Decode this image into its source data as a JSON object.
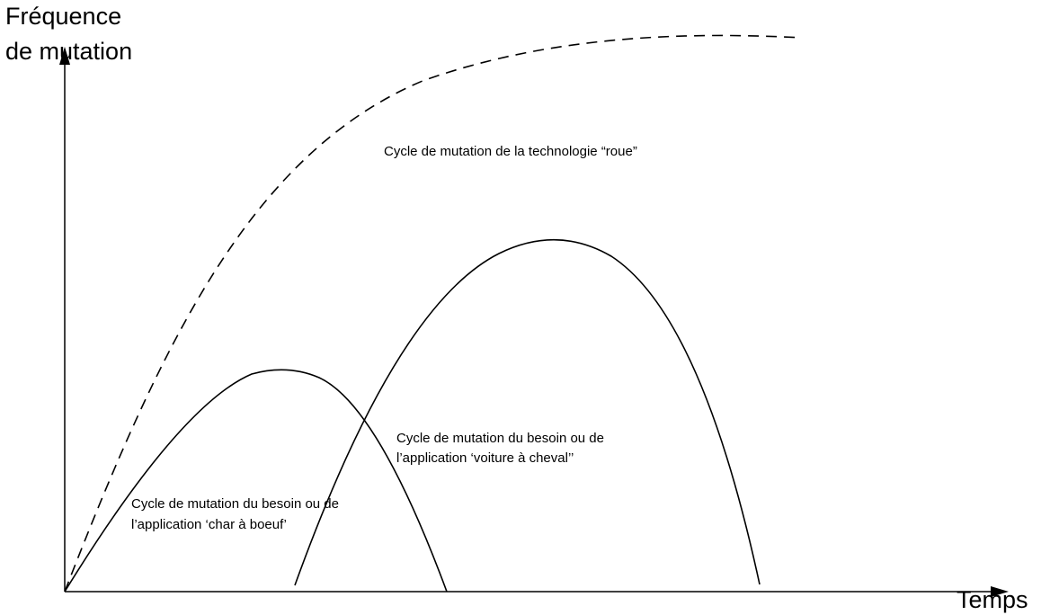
{
  "axes": {
    "y_label_line1": "Fréquence",
    "y_label_line2": "de mutation",
    "x_label": "Temps",
    "color": "#000000"
  },
  "curves": {
    "technology": {
      "label": "Cycle de mutation de la technologie “roue”",
      "style": "dashed",
      "color": "#000000"
    },
    "char_a_boeuf": {
      "label_line1": "Cycle de mutation du besoin ou de",
      "label_line2": "l’application ‘char à boeuf’",
      "style": "solid",
      "color": "#000000"
    },
    "voiture_a_cheval": {
      "label_line1": "Cycle de mutation du besoin ou de",
      "label_line2": "l’application ‘voiture à cheval’’",
      "style": "solid",
      "color": "#000000"
    }
  }
}
